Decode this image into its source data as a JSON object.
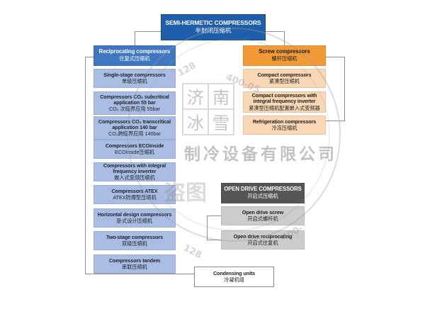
{
  "root": {
    "en": "SEMI-HERMETIC COMPRESSORS",
    "zh": "半封闭压缩机"
  },
  "reciprocating": {
    "header": {
      "en": "Reciprocating compressors",
      "zh": "往复式压缩机"
    },
    "items": [
      {
        "en": "Single-stage compressors",
        "zh": "单级压缩机"
      },
      {
        "en": "Compressors CO₂ subcritical application 55 bar",
        "zh": "CO₂ 次临界应用 55bar"
      },
      {
        "en": "Compressors CO₂ transcritical application 140 bar",
        "zh": "CO₂跨临界应用 140bar"
      },
      {
        "en": "Compressors ECOinside",
        "zh": "ECOinside压缩机"
      },
      {
        "en": "Compressors with integral frequency inverter",
        "zh": "嵌入式变频压缩机"
      },
      {
        "en": "Compressors ATEX",
        "zh": "ATEX防爆型压缩机"
      },
      {
        "en": "Horizontal design compressors",
        "zh": "卧式设计压缩机"
      },
      {
        "en": "Two-stage compressors",
        "zh": "双级压缩机"
      },
      {
        "en": "Compressors tandem",
        "zh": "串联压缩机"
      }
    ]
  },
  "screw": {
    "header": {
      "en": "Screw compressors",
      "zh": "螺杆压缩机"
    },
    "items": [
      {
        "en": "Compact compressors",
        "zh": "紧凑型压缩机"
      },
      {
        "en": "Compact compressors with integral frequency inverter",
        "zh": "紧凑型压缩机配置嵌入式变频器"
      },
      {
        "en": "Refrigeration compressors",
        "zh": "冷冻压缩机"
      }
    ]
  },
  "open_drive": {
    "header": {
      "en": "OPEN DRIVE COMPRESSORS",
      "zh": "开启式压缩机"
    },
    "items": [
      {
        "en": "Open drive screw",
        "zh": "开启式螺杆机"
      },
      {
        "en": "Open drive reciprocating",
        "zh": "开启式往复机"
      }
    ]
  },
  "condensing": {
    "en": "Condensing units",
    "zh": "冷凝机组"
  },
  "watermark": {
    "seal_chars": [
      "济",
      "南",
      "冰",
      "雪"
    ],
    "top_number": "400-05",
    "left_number": "128",
    "bottom_left_number": "128",
    "bottom_right_number": "400-",
    "company": "制冷设备有限公司",
    "stamp_text": "盗图"
  },
  "colors": {
    "root": "#1f5eaa",
    "blue_header": "#3f78c0",
    "blue_item": "#a9bde2",
    "orange_header": "#f29a36",
    "orange_item": "#fad7b5",
    "gray_header": "#555555",
    "gray_item": "#cccccc",
    "connector": "#8e8e8e"
  }
}
